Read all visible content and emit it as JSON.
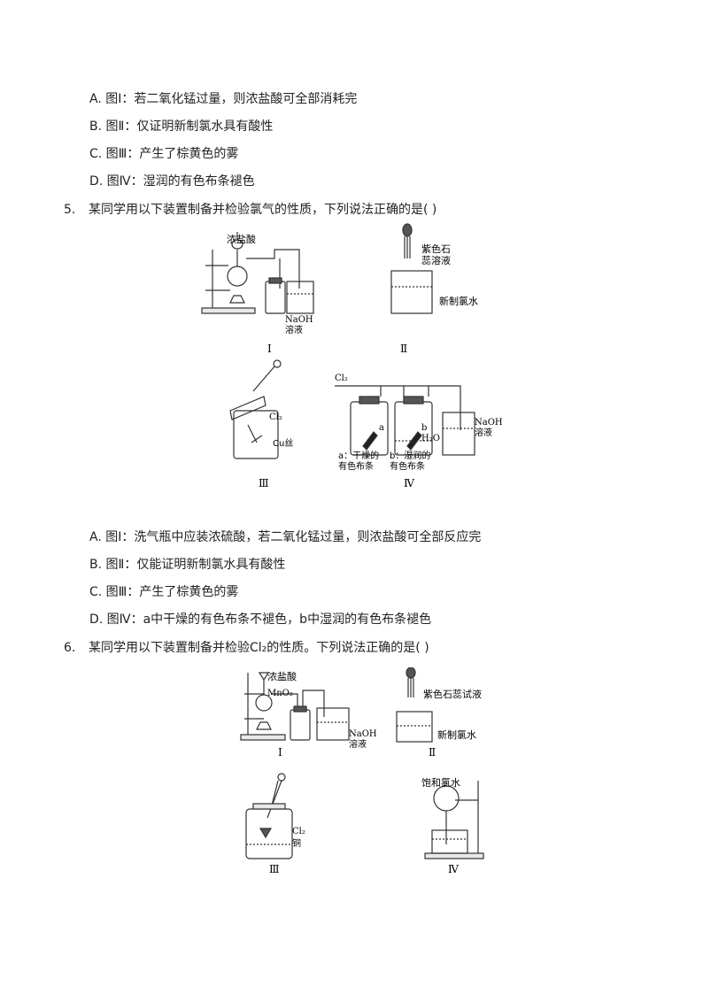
{
  "q4_options": [
    "A. 图Ⅰ：若二氧化锰过量，则浓盐酸可全部消耗完",
    "B. 图Ⅱ：仅证明新制氯水具有酸性",
    "C. 图Ⅲ：产生了棕黄色的雾",
    "D. 图Ⅳ：湿润的有色布条褪色"
  ],
  "q5": {
    "number": "5.",
    "stem": "某同学用以下装置制备并检验氯气的性质，下列说法正确的是(    )",
    "figure": {
      "I": {
        "label": "Ⅰ",
        "acid": "浓盐酸",
        "naoh1": "NaOH",
        "naoh2": "溶液"
      },
      "II": {
        "label": "Ⅱ",
        "dropper1": "紫色石",
        "dropper2": "蕊溶液",
        "water": "新制氯水"
      },
      "III": {
        "label": "Ⅲ",
        "gas": "Cl₂",
        "wire": "Cu丝"
      },
      "IV": {
        "label": "Ⅳ",
        "gas": "Cl₂",
        "a": "a",
        "b": "b",
        "h2o": "H₂O",
        "naoh1": "NaOH",
        "naoh2": "溶液",
        "cap_a1": "a：干燥的",
        "cap_a2": "有色布条",
        "cap_b1": "b：湿润的",
        "cap_b2": "有色布条"
      }
    },
    "options": [
      "A. 图Ⅰ：洗气瓶中应装浓硫酸，若二氧化锰过量，则浓盐酸可全部反应完",
      "B. 图Ⅱ：仅能证明新制氯水具有酸性",
      "C. 图Ⅲ：产生了棕黄色的雾",
      "D. 图Ⅳ：a中干燥的有色布条不褪色，b中湿润的有色布条褪色"
    ]
  },
  "q6": {
    "number": "6.",
    "stem": "某同学用以下装置制备并检验Cl₂的性质。下列说法正确的是(    )",
    "figure": {
      "I": {
        "label": "Ⅰ",
        "acid": "浓盐酸",
        "mno2": "MnO₂",
        "naoh1": "NaOH",
        "naoh2": "溶液"
      },
      "II": {
        "label": "Ⅱ",
        "dropper": "紫色石蕊试液",
        "water": "新制氯水"
      },
      "III": {
        "label": "Ⅲ",
        "gas": "Cl₂",
        "metal": "铜"
      },
      "IV": {
        "label": "Ⅳ",
        "flask": "饱和氯水"
      }
    }
  }
}
